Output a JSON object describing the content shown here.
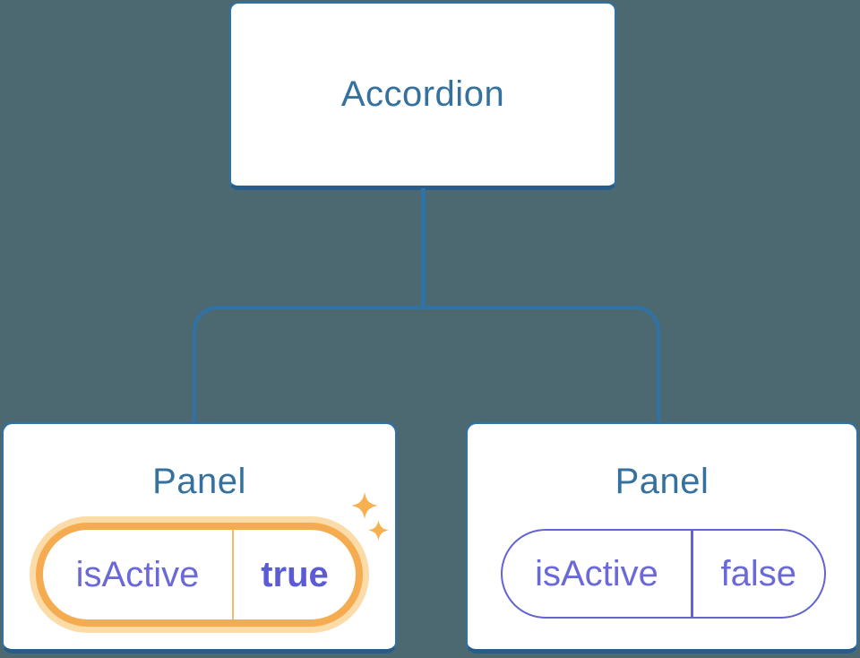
{
  "tree": {
    "root_label": "Accordion",
    "panels": [
      {
        "title": "Panel",
        "state_key": "isActive",
        "state_value": "true",
        "highlighted": true
      },
      {
        "title": "Panel",
        "state_key": "isActive",
        "state_value": "false",
        "highlighted": false
      }
    ]
  },
  "icons": {
    "sparkle": "sparkle-icon"
  },
  "colors": {
    "background": "#4C6972",
    "node_fill": "#FFFFFF",
    "node_border": "#2F72A6",
    "node_border_bottom": "#265D8C",
    "node_text": "#35719E",
    "connector": "#2F72A6",
    "state_text": "#6B68D8",
    "state_value_active_text": "#5B5BD6",
    "state_pill_border": "#6363D2",
    "highlight_border": "#F5AC50",
    "highlight_glow": "#FBDBA7",
    "highlight_divider": "#F6BA6B",
    "sparkle": "#F6B04F"
  }
}
